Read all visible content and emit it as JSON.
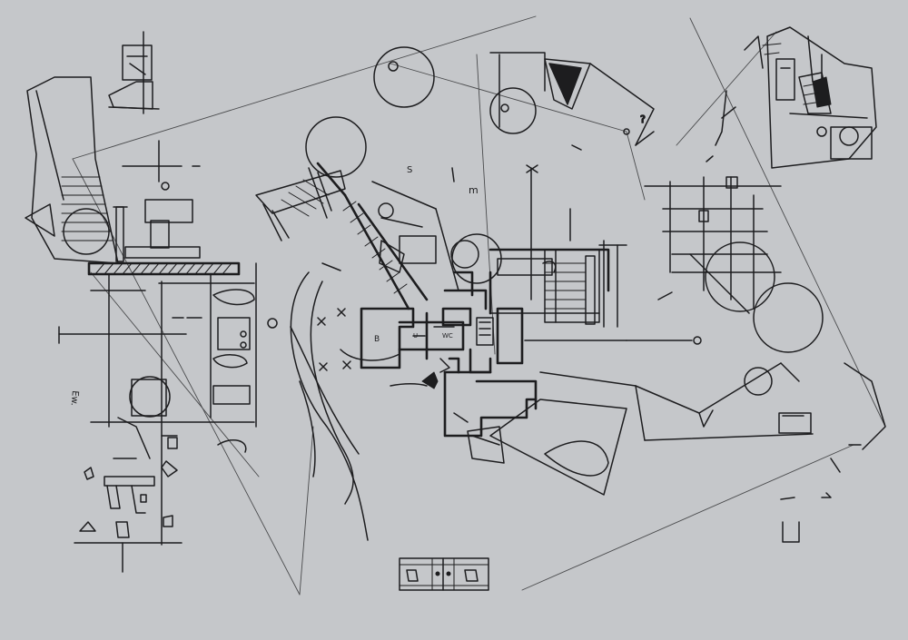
{
  "sketch": {
    "ink_color": "#1d1d1f",
    "paper_color": "#c5c7ca",
    "labels": {
      "room_b": "B",
      "room_u": "U",
      "room_wc": "WC",
      "note_s": "S",
      "note_m": "m",
      "note_side": "Ew."
    }
  }
}
